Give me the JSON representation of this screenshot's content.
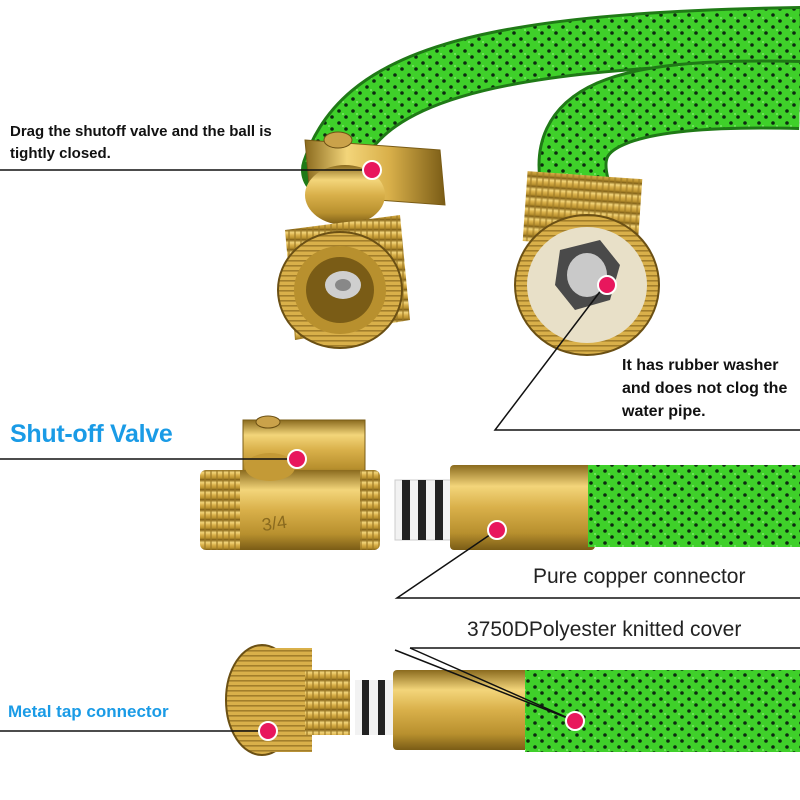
{
  "labels": {
    "valve_operation": "Drag the shutoff valve and the ball is tightly closed.",
    "rubber_washer": "It has rubber washer and does not clog the water pipe.",
    "shutoff_valve": "Shut-off Valve",
    "copper_connector": "Pure copper connector",
    "knitted_cover": "3750DPolyester knitted cover",
    "tap_connector": "Metal tap connector"
  },
  "valve_stamp": "3/4",
  "colors": {
    "hose_green": "#3fd02a",
    "hose_pattern": "#0d2a10",
    "brass": "#d9b04a",
    "brass_dark": "#8a6a1e",
    "marker": "#e8175d",
    "accent_blue": "#1a9be6"
  }
}
